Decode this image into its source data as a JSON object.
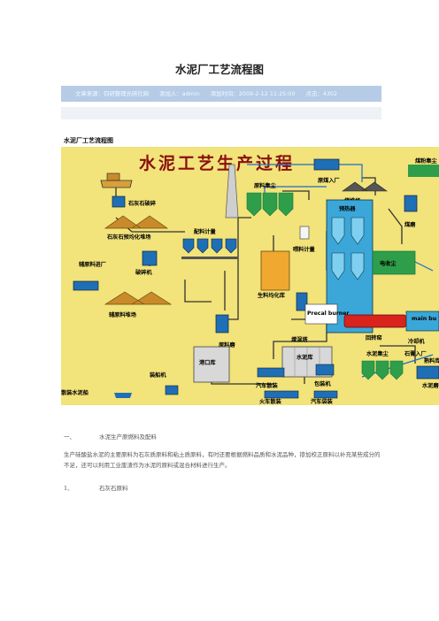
{
  "page": {
    "title": "水泥厂工艺流程图",
    "meta": {
      "source": "文章来源：钧研整理光研社网",
      "publisher": "添加人：admin",
      "date": "添加时间：2009-2-12 11:25:00",
      "views": "点击：4302"
    },
    "diagram_heading": "水泥厂工艺流程图"
  },
  "diagram": {
    "title": "水泥工艺生产过程",
    "labels": {
      "limestone_crush": "石灰石破碎",
      "limestone_yard": "石灰石预均化堆场",
      "aux_in": "辅原料进厂",
      "crusher": "破碎机",
      "aux_yard": "辅原料堆场",
      "dosing": "配料计量",
      "raw_dust": "原料集尘",
      "raw_mill": "原料磨",
      "meal_homo": "生料均化库",
      "feed_meter": "喂料计量",
      "humid_tower": "增湿塔",
      "coal_in": "原煤入厂",
      "coal_yard": "煤堆场",
      "coal_mill": "煤磨",
      "coal_dust": "煤粉集尘",
      "preheater": "预热器",
      "elec_dust": "电收尘",
      "precal": "Precal burner",
      "kiln": "回转窑",
      "main_burner": "main bu",
      "cooler": "冷却机",
      "gypsum_in": "石膏入厂",
      "cement_dust": "水泥集尘",
      "cement_mill": "水泥磨",
      "clinker_silo": "熟料库",
      "cement_silo": "水泥库",
      "port_silo": "港口库",
      "ship_loader": "装船机",
      "bulk_truck": "汽车散装",
      "packer": "包装机",
      "ship": "散装水泥船",
      "train_bulk": "火车散装",
      "truck_bag": "汽车袋装"
    }
  },
  "content": {
    "section1_num": "一、",
    "section1_title": "水泥生产原燃料及配料",
    "para1": "生产硅酸盐水泥的主要原料为石灰质原料和粘土质原料，有时还要根据燃料品质和水泥品种，掺加校正原料以补充某些成分的不足，还可以利用工业废渣作为水泥的原料或混合材料进行生产。",
    "section2_num": "1、",
    "section2_title": "石灰石原料"
  }
}
